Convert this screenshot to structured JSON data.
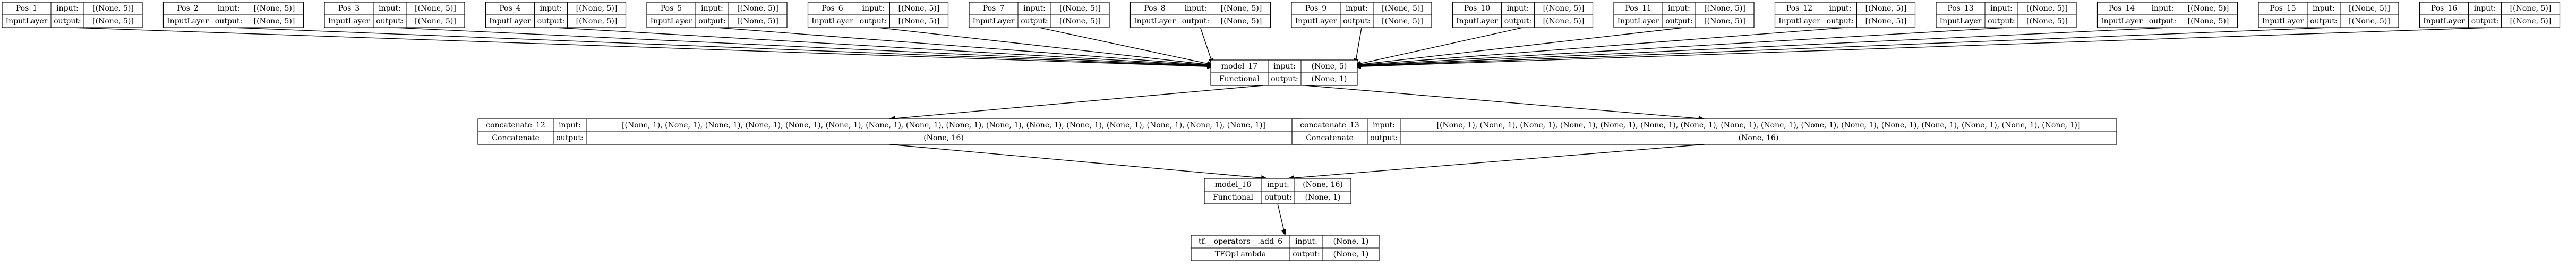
{
  "input_layers": [
    {
      "name": "Pos_1",
      "type": "InputLayer",
      "input": "[(None, 5)]",
      "output": "[(None, 5)]"
    },
    {
      "name": "Pos_2",
      "type": "InputLayer",
      "input": "[(None, 5)]",
      "output": "[(None, 5)]"
    },
    {
      "name": "Pos_3",
      "type": "InputLayer",
      "input": "[(None, 5)]",
      "output": "[(None, 5)]"
    },
    {
      "name": "Pos_4",
      "type": "InputLayer",
      "input": "[(None, 5)]",
      "output": "[(None, 5)]"
    },
    {
      "name": "Pos_5",
      "type": "InputLayer",
      "input": "[(None, 5)]",
      "output": "[(None, 5)]"
    },
    {
      "name": "Pos_6",
      "type": "InputLayer",
      "input": "[(None, 5)]",
      "output": "[(None, 5)]"
    },
    {
      "name": "Pos_7",
      "type": "InputLayer",
      "input": "[(None, 5)]",
      "output": "[(None, 5)]"
    },
    {
      "name": "Pos_8",
      "type": "InputLayer",
      "input": "[(None, 5)]",
      "output": "[(None, 5)]"
    },
    {
      "name": "Pos_9",
      "type": "InputLayer",
      "input": "[(None, 5)]",
      "output": "[(None, 5)]"
    },
    {
      "name": "Pos_10",
      "type": "InputLayer",
      "input": "[(None, 5)]",
      "output": "[(None, 5)]"
    },
    {
      "name": "Pos_11",
      "type": "InputLayer",
      "input": "[(None, 5)]",
      "output": "[(None, 5)]"
    },
    {
      "name": "Pos_12",
      "type": "InputLayer",
      "input": "[(None, 5)]",
      "output": "[(None, 5)]"
    },
    {
      "name": "Pos_13",
      "type": "InputLayer",
      "input": "[(None, 5)]",
      "output": "[(None, 5)]"
    },
    {
      "name": "Pos_14",
      "type": "InputLayer",
      "input": "[(None, 5)]",
      "output": "[(None, 5)]"
    },
    {
      "name": "Pos_15",
      "type": "InputLayer",
      "input": "[(None, 5)]",
      "output": "[(None, 5)]"
    },
    {
      "name": "Pos_16",
      "type": "InputLayer",
      "input": "[(None, 5)]",
      "output": "[(None, 5)]"
    }
  ],
  "labels": {
    "input": "input:",
    "output": "output:"
  },
  "model_17": {
    "name": "model_17",
    "type": "Functional",
    "input": "(None, 5)",
    "output": "(None, 1)"
  },
  "concatenate_12": {
    "name": "concatenate_12",
    "type": "Concatenate",
    "input": "[(None, 1), (None, 1), (None, 1), (None, 1), (None, 1), (None, 1), (None, 1), (None, 1), (None, 1), (None, 1), (None, 1), (None, 1), (None, 1), (None, 1), (None, 1), (None, 1)]",
    "output": "(None, 16)"
  },
  "concatenate_13": {
    "name": "concatenate_13",
    "type": "Concatenate",
    "input": "[(None, 1), (None, 1), (None, 1), (None, 1), (None, 1), (None, 1), (None, 1), (None, 1), (None, 1), (None, 1), (None, 1), (None, 1), (None, 1), (None, 1), (None, 1), (None, 1)]",
    "output": "(None, 16)"
  },
  "model_18": {
    "name": "model_18",
    "type": "Functional",
    "input": "(None, 16)",
    "output": "(None, 1)"
  },
  "add_node": {
    "name": "tf.__operators__.add_6",
    "type": "TFOpLambda",
    "input": "(None, 1)",
    "output": "(None, 1)"
  }
}
